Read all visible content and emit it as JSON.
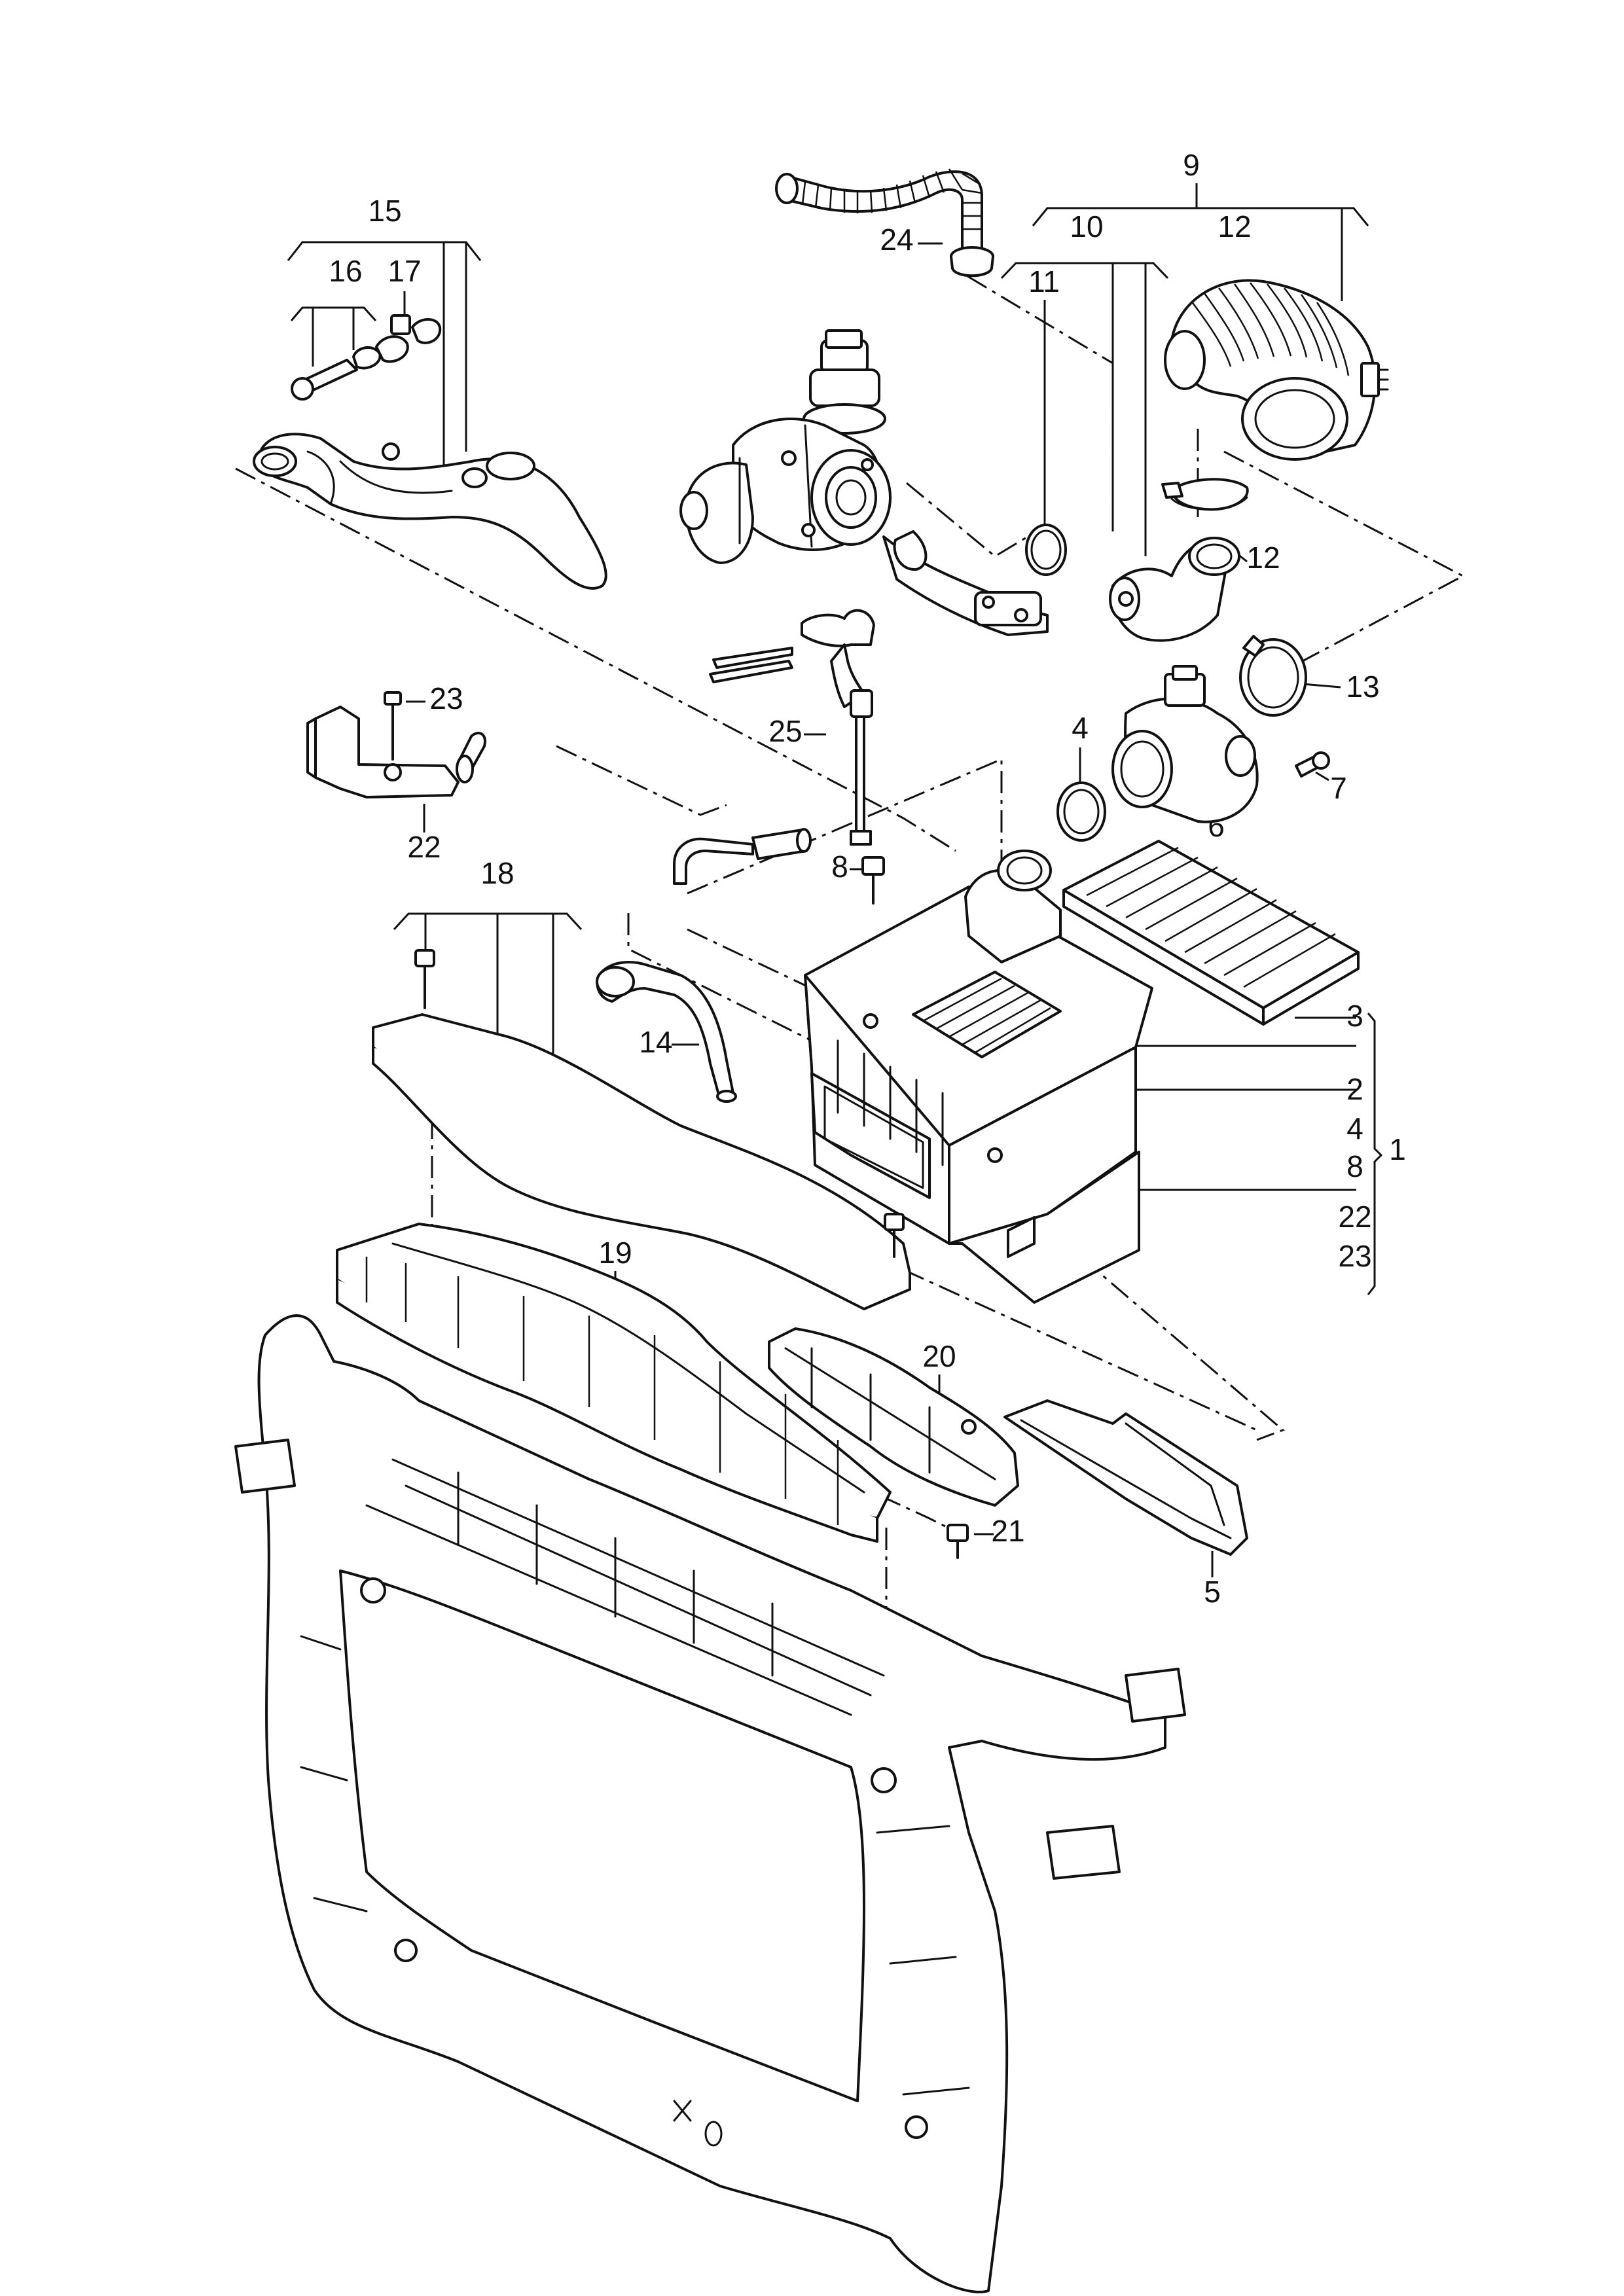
{
  "callouts": {
    "c1": "1",
    "c2": "2",
    "c3": "3",
    "c4a": "4",
    "c4b": "4",
    "c5": "5",
    "c6": "6",
    "c7": "7",
    "c8a": "8",
    "c8b": "8",
    "c9": "9",
    "c10": "10",
    "c11": "11",
    "c12a": "12",
    "c12b": "12",
    "c13": "13",
    "c14": "14",
    "c15": "15",
    "c16": "16",
    "c17": "17",
    "c18": "18",
    "c19": "19",
    "c20": "20",
    "c21": "21",
    "c22a": "22",
    "c22b": "22",
    "c23a": "23",
    "c23b": "23",
    "c24": "24",
    "c25": "25"
  },
  "colors": {
    "line": "#111111",
    "background": "#ffffff"
  }
}
